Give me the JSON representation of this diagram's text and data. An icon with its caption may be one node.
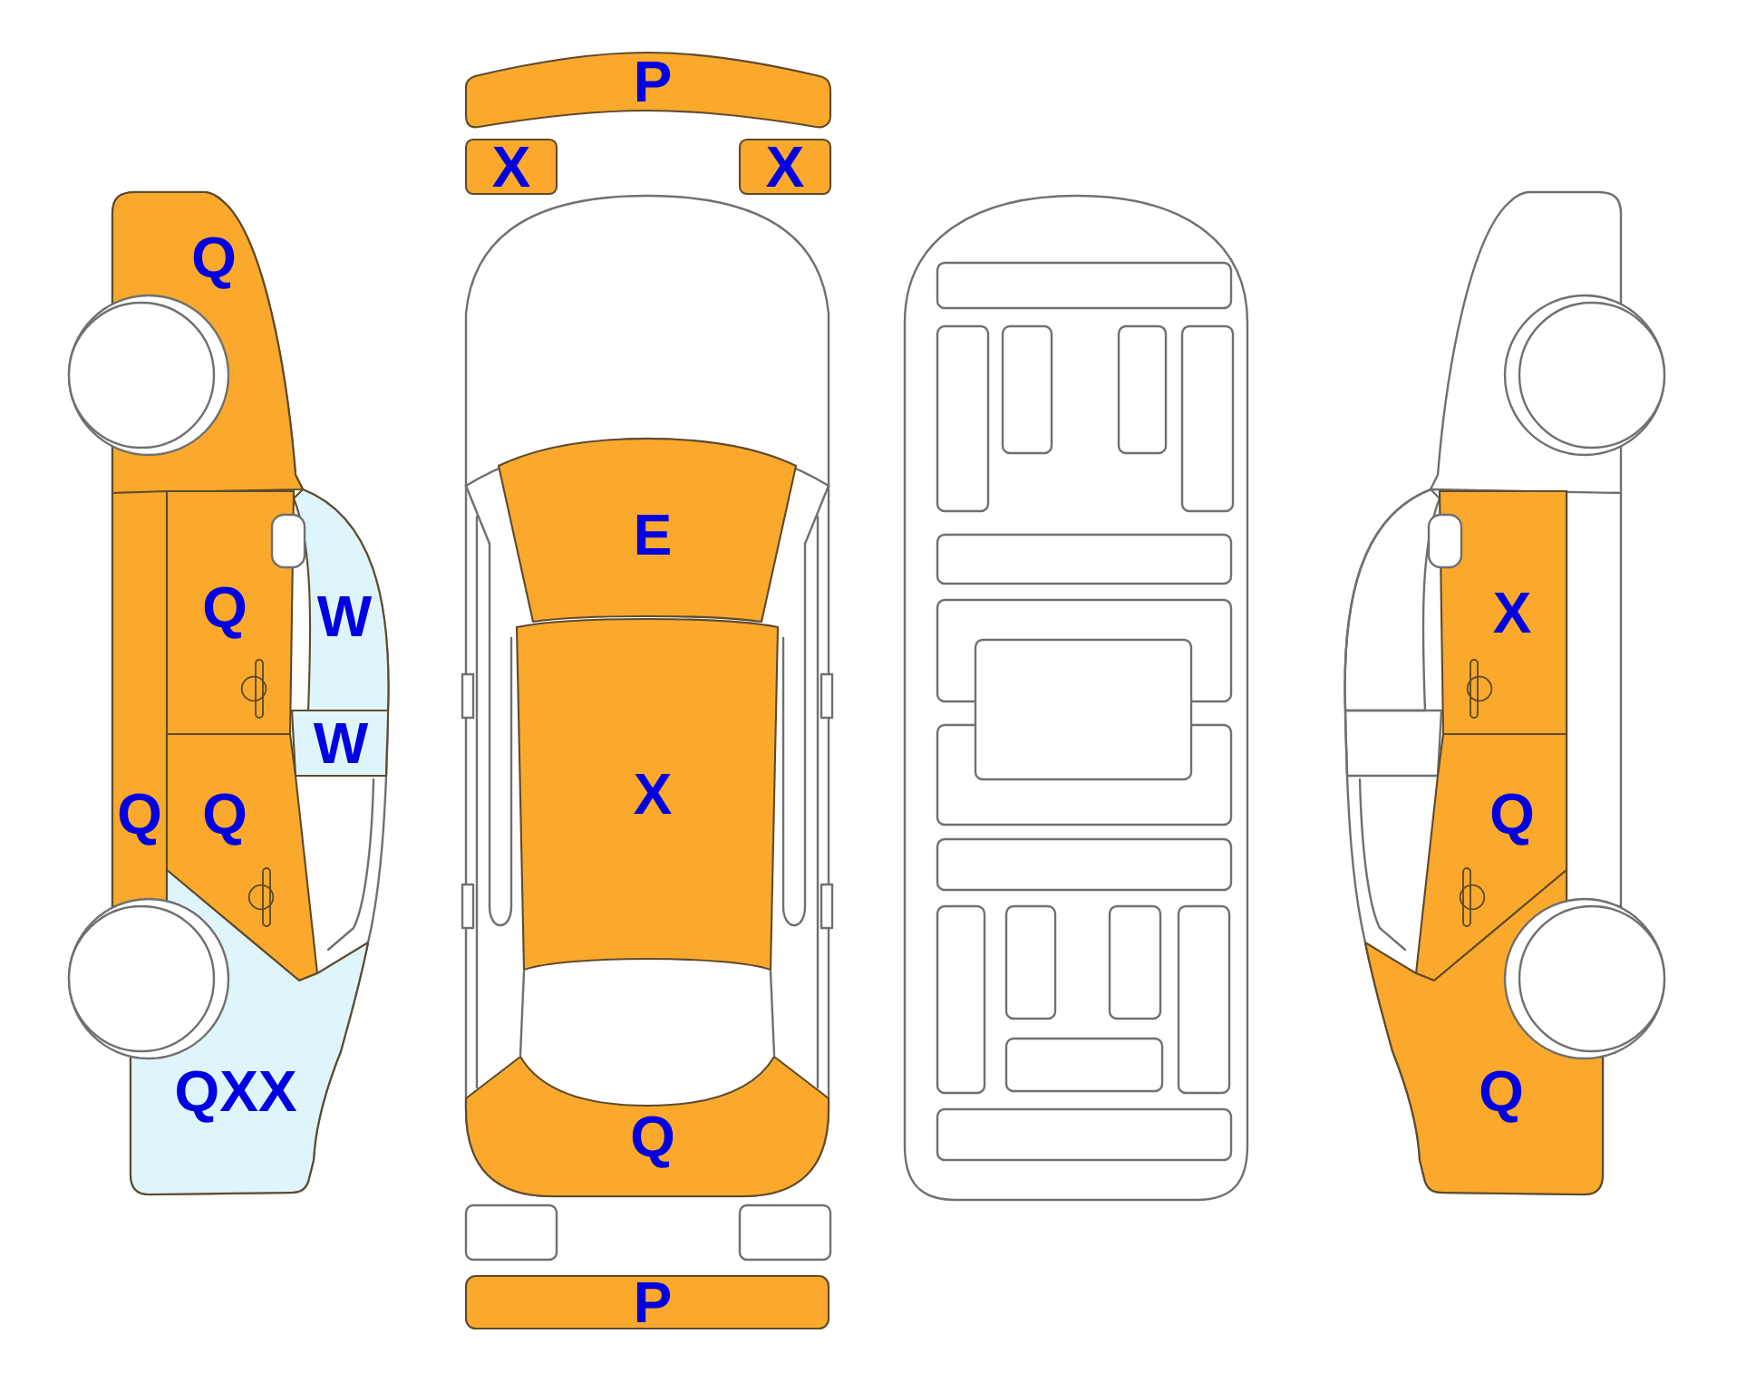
{
  "diagram": {
    "nodes": [
      {
        "text": [
          "Q"
        ]
      },
      {
        "text": [
          "Q"
        ]
      },
      {
        "text": [
          "W"
        ]
      },
      {
        "text": [
          "W"
        ]
      },
      {
        "text": [
          "Q"
        ]
      },
      {
        "text": [
          "Q"
        ]
      },
      {
        "text": [
          "QXX"
        ]
      },
      {
        "text": [
          "P"
        ]
      },
      {
        "text": [
          "X"
        ]
      },
      {
        "text": [
          "X"
        ]
      },
      {
        "text": [
          "E"
        ]
      },
      {
        "text": [
          "X"
        ]
      },
      {
        "text": [
          "Q"
        ]
      },
      {
        "text": [],
        "shape": "box"
      },
      {
        "text": [],
        "shape": "box"
      },
      {
        "text": [
          "P"
        ]
      },
      {
        "text": [
          "X"
        ]
      },
      {
        "text": [
          "Q"
        ]
      },
      {
        "text": [
          "Q"
        ]
      }
    ]
  }
}
